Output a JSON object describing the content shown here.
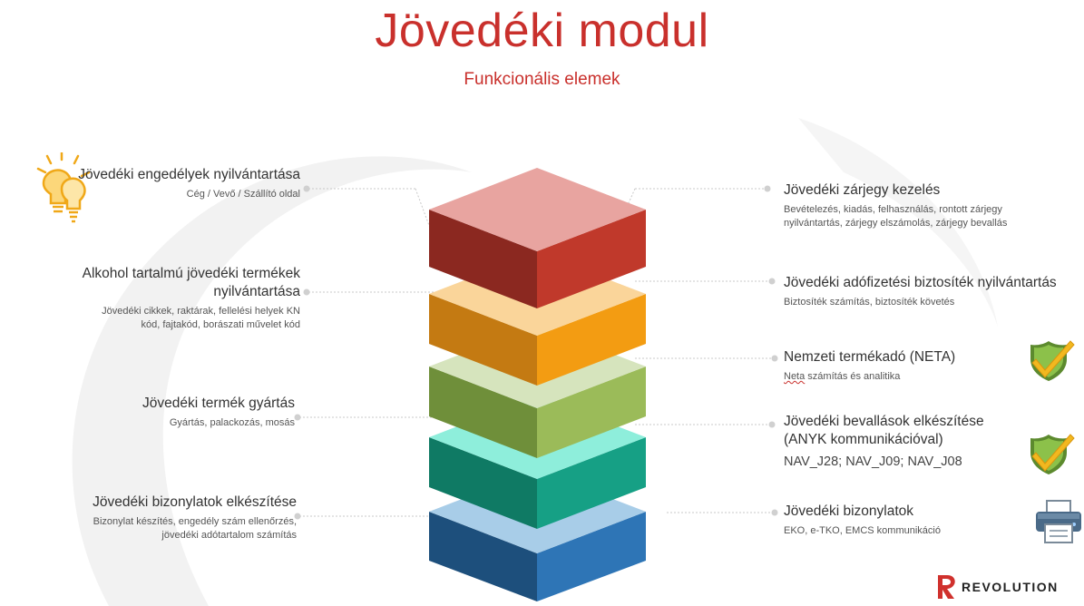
{
  "header": {
    "title": "Jövedéki modul",
    "subtitle": "Funkcionális elemek"
  },
  "left_items": [
    {
      "title": "Jövedéki engedélyek nyilvántartása",
      "desc": "Cég / Vevő / Szállító oldal"
    },
    {
      "title": "Alkohol tartalmú jövedéki termékek nyilvántartása",
      "desc": "Jövedéki cikkek, raktárak, fellelési helyek KN kód, fajtakód, borászati művelet kód"
    },
    {
      "title": "Jövedéki termék gyártás",
      "desc": "Gyártás, palackozás, mosás"
    },
    {
      "title": "Jövedéki bizonylatok elkészítése",
      "desc": "Bizonylat készítés, engedély szám ellenőrzés, jövedéki adótartalom számítás"
    }
  ],
  "right_items": [
    {
      "title": "Jövedéki zárjegy kezelés",
      "desc": "Bevételezés, kiadás, felhasználás, rontott zárjegy nyilvántartás, zárjegy elszámolás, zárjegy bevallás"
    },
    {
      "title": "Jövedéki adófizetési biztosíték nyilvántartás",
      "desc": "Biztosíték számítás, biztosíték követés"
    },
    {
      "title": "Nemzeti termékadó (NETA)",
      "desc_word": "Neta",
      "desc_rest": " számítás és analitika"
    },
    {
      "title": "Jövedéki bevallások elkészítése (ANYK kommunikációval)",
      "desc": "NAV_J28; NAV_J09; NAV_J08"
    },
    {
      "title": "Jövedéki bizonylatok",
      "desc": "EKO, e-TKO, EMCS kommunikáció"
    }
  ],
  "logo": {
    "text": "REVOLUTION"
  },
  "colors": {
    "accent": "#c9302c",
    "layers": [
      {
        "top": "#e8a4a0",
        "left": "#8b2820",
        "right": "#c0392b"
      },
      {
        "top": "#fad59a",
        "left": "#c47a12",
        "right": "#f39c12"
      },
      {
        "top": "#d6e4bd",
        "left": "#6f8f3a",
        "right": "#9bbb59"
      },
      {
        "top": "#8eeedb",
        "left": "#0f7a64",
        "right": "#16a085"
      },
      {
        "top": "#a8cde8",
        "left": "#1d4f7c",
        "right": "#2e75b6"
      }
    ]
  },
  "icons": [
    "lightbulbs-icon",
    "checkmark-shield-icon",
    "checkmark-shield-icon",
    "printer-icon"
  ]
}
